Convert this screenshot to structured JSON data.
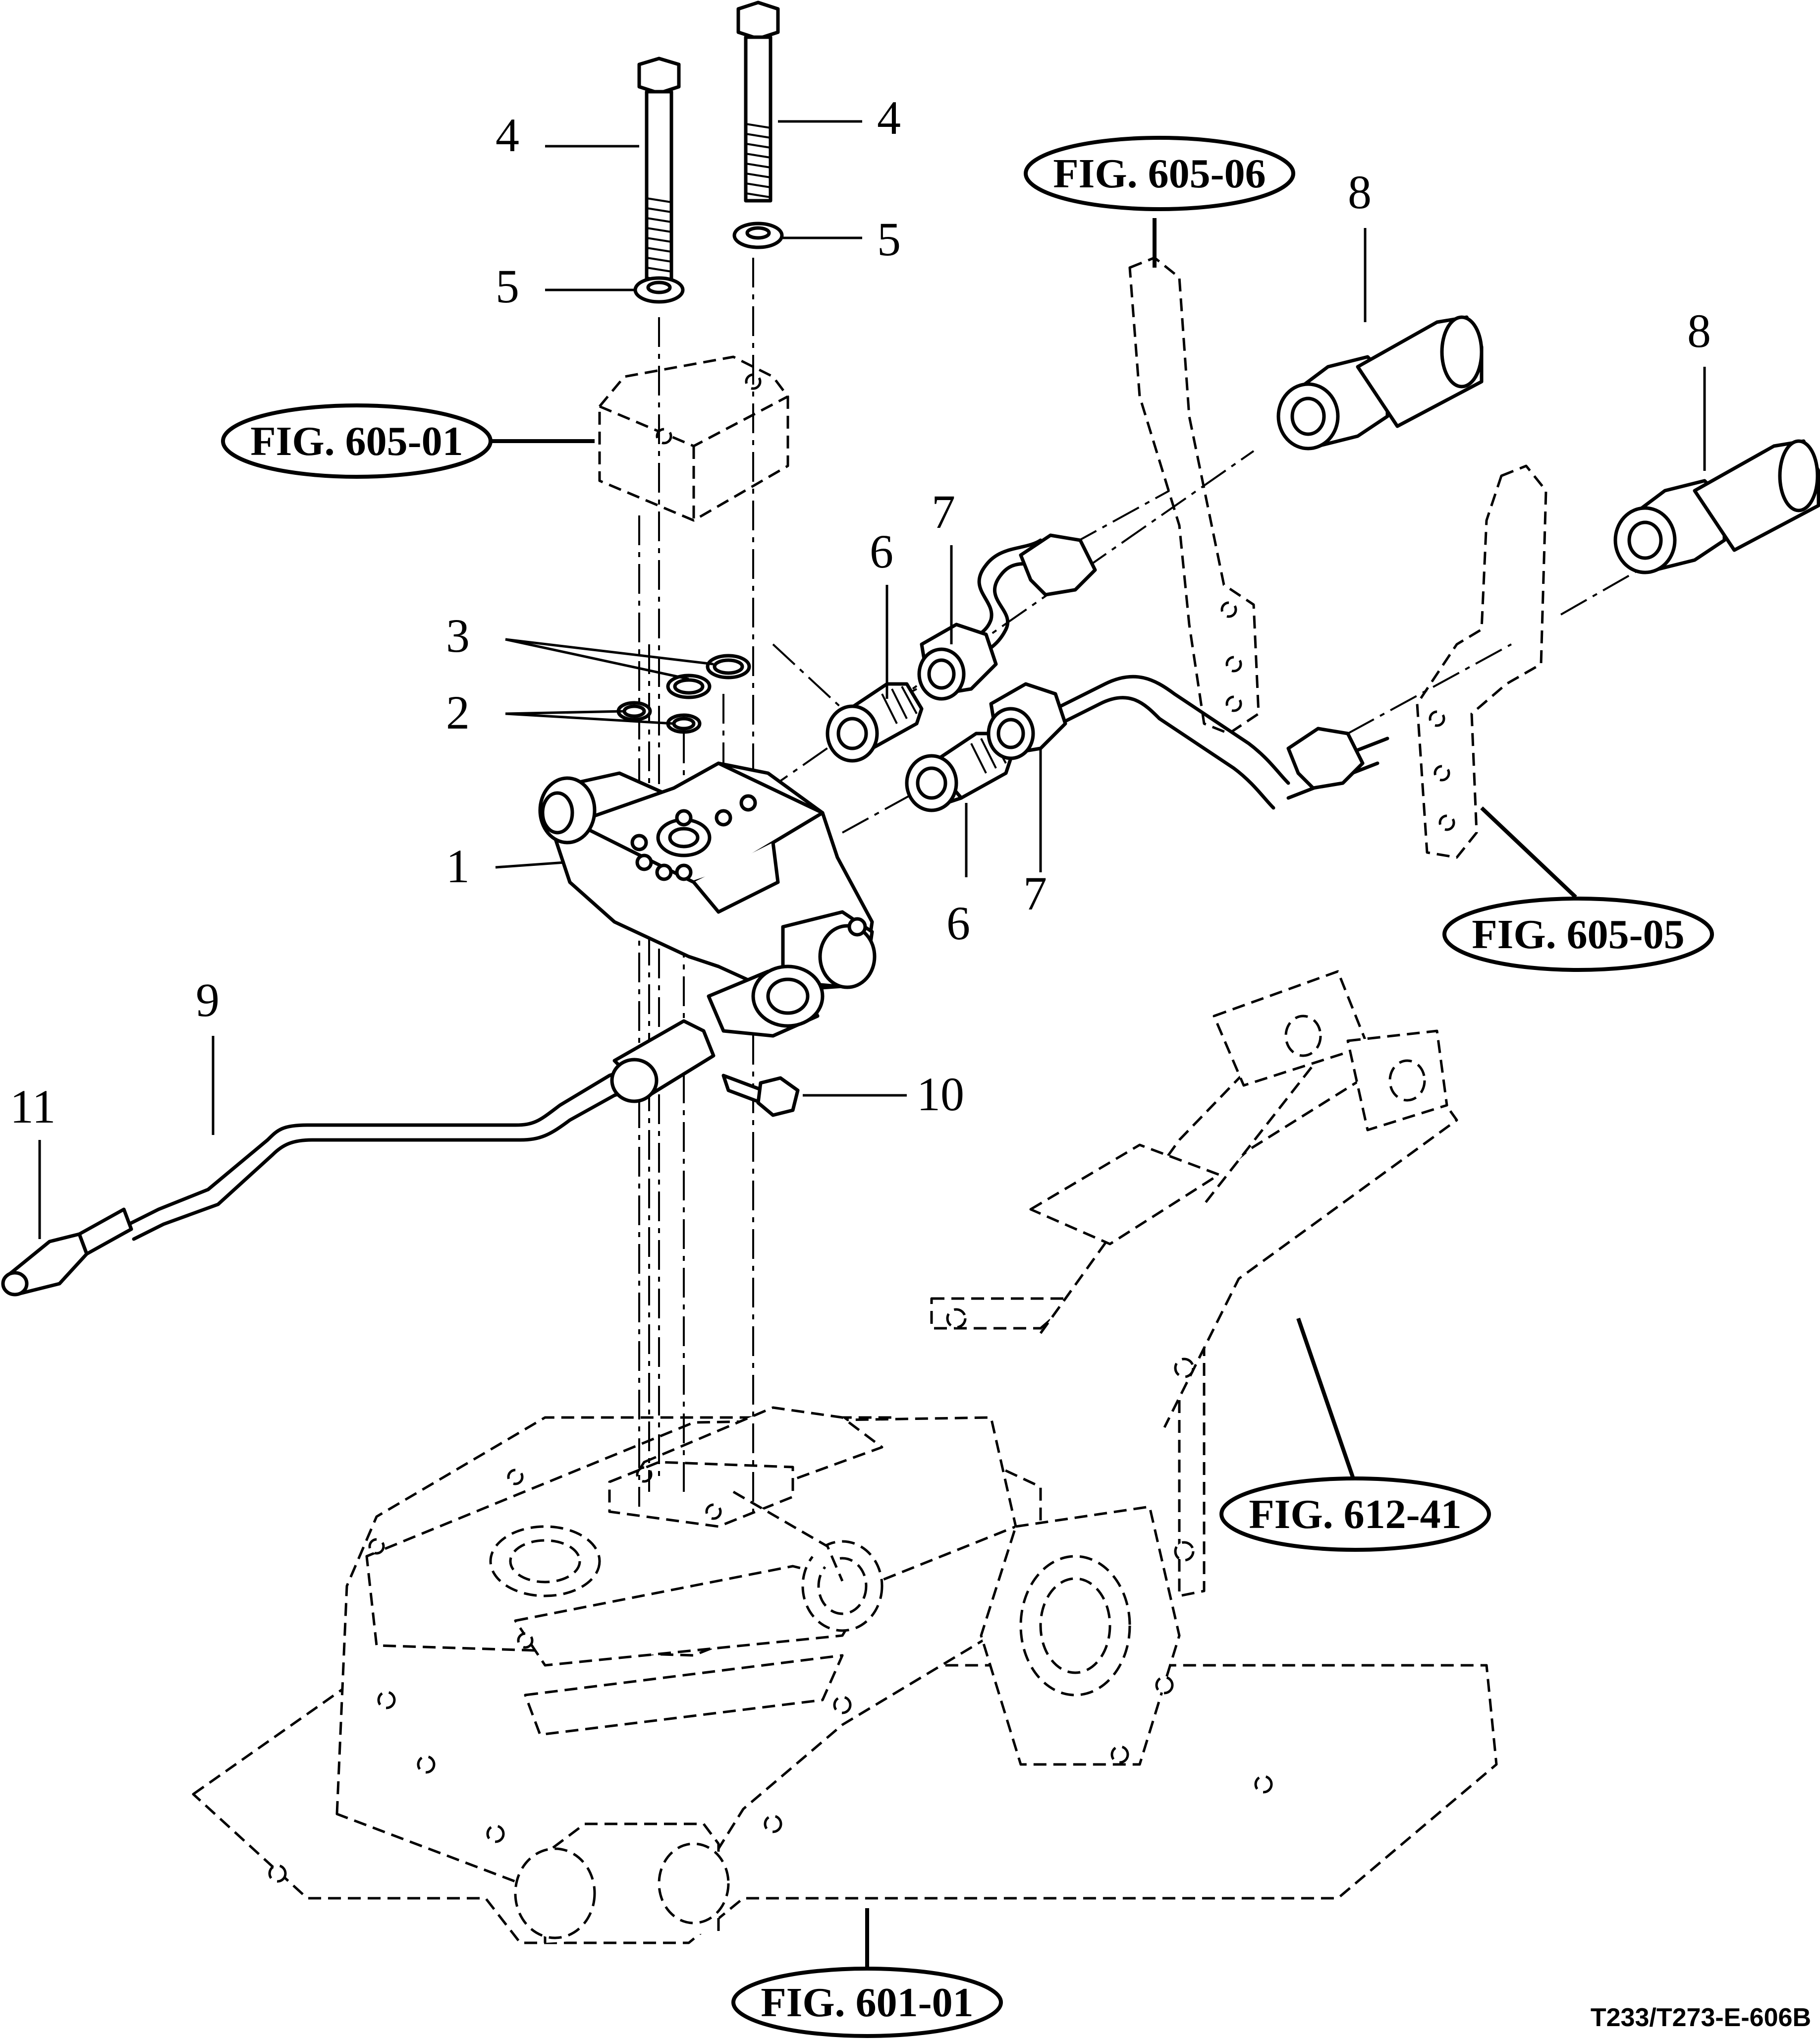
{
  "callouts": [
    {
      "id": "c-4a",
      "text": "4"
    },
    {
      "id": "c-4b",
      "text": "4"
    },
    {
      "id": "c-5a",
      "text": "5"
    },
    {
      "id": "c-5b",
      "text": "5"
    },
    {
      "id": "c-8a",
      "text": "8"
    },
    {
      "id": "c-8b",
      "text": "8"
    },
    {
      "id": "c-7a",
      "text": "7"
    },
    {
      "id": "c-6a",
      "text": "6"
    },
    {
      "id": "c-3",
      "text": "3"
    },
    {
      "id": "c-2",
      "text": "2"
    },
    {
      "id": "c-1",
      "text": "1"
    },
    {
      "id": "c-6b",
      "text": "6"
    },
    {
      "id": "c-7b",
      "text": "7"
    },
    {
      "id": "c-9",
      "text": "9"
    },
    {
      "id": "c-11",
      "text": "11"
    },
    {
      "id": "c-10",
      "text": "10"
    }
  ],
  "figure_refs": [
    {
      "id": "fig-605-06",
      "text": "FIG. 605-06"
    },
    {
      "id": "fig-605-01",
      "text": "FIG. 605-01"
    },
    {
      "id": "fig-605-05",
      "text": "FIG. 605-05"
    },
    {
      "id": "fig-612-41",
      "text": "FIG. 612-41"
    },
    {
      "id": "fig-601-01",
      "text": "FIG. 601-01"
    }
  ],
  "drawing_code": "T233/T273-E-606B"
}
